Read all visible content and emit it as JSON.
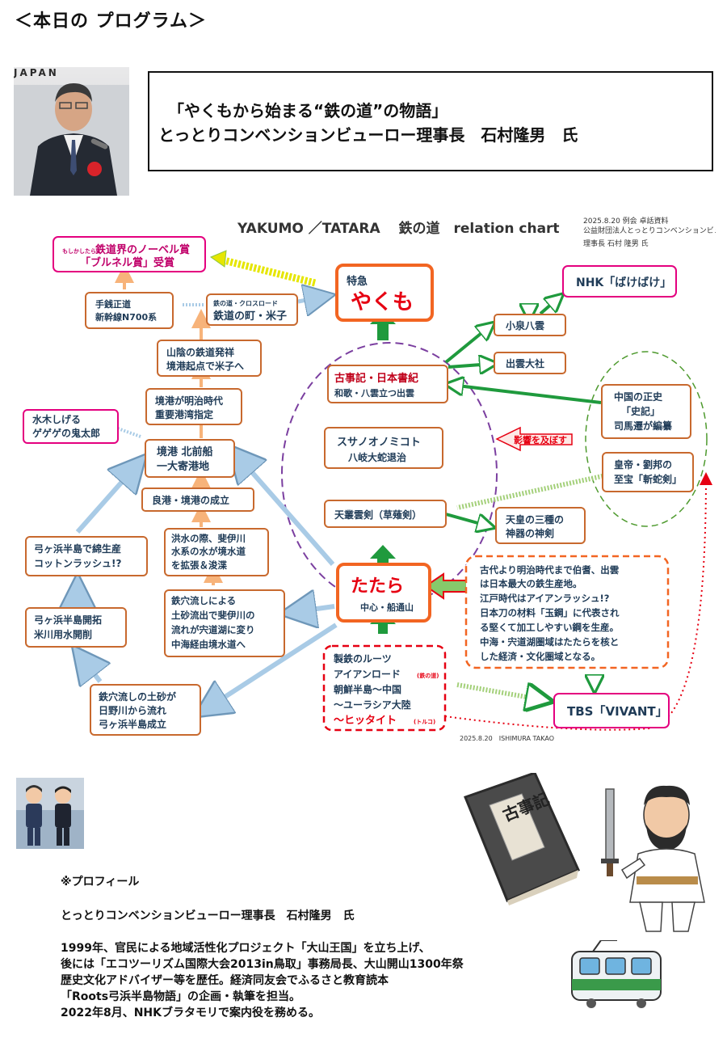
{
  "heading": "＜本日の プログラム＞",
  "speaker_photo": {
    "caption": "JAPAN"
  },
  "talk": {
    "title": "「やくもから始まる“鉄の道”の物語」",
    "speaker": "とっとりコンベンションビューロー理事長　石村隆男　氏"
  },
  "chart": {
    "title": "YAKUMO ／TATARA　 鉄の道　relation chart",
    "meta": [
      "2025.8.20 例会 卓話資料",
      "公益財団法人とっとりコンベンションビューロー",
      "理事長 石村 隆男 氏"
    ],
    "footer": "2025.8.20　ISHIMURA TAKAO",
    "nodes": {
      "nobel_small": "もしかしたら",
      "nobel_1": "鉄道界のノーベル賞",
      "nobel_2": "「ブルネル賞」受賞",
      "yakumo_sub": "特急",
      "yakumo_main": "やくも",
      "nhk": "NHK「ばけばけ」",
      "n700_1": "手銭正道",
      "n700_2": "新幹線N700系",
      "yonago_small": "鉄の道・クロスロード",
      "yonago_main": "鉄道の町・米子",
      "koizumi": "小泉八雲",
      "izumo": "出雲大社",
      "sanin_1": "山陰の鉄道発祥",
      "sanin_2": "境港起点で米子へ",
      "kojiki_1": "古事記・日本書紀",
      "kojiki_2": "和歌・八雲立つ出雲",
      "sakai_meiji_1": "境港が明治時代",
      "sakai_meiji_2": "重要港湾指定",
      "shiki_1": "中国の正史",
      "shiki_2": "「史記」",
      "shiki_3": "司馬遷が編纂",
      "mizuki_1": "水木しげる",
      "mizuki_2": "ゲゲゲの鬼太郎",
      "kitamae_1": "境港 北前船",
      "kitamae_2": "一大寄港地",
      "influence": "影響を及ぼす",
      "susanoo_1": "スサノオノミコト",
      "susanoo_2": "八岐大蛇退治",
      "emperor_1": "皇帝・劉邦の",
      "emperor_2": "至宝「斬蛇剣」",
      "ryoko": "良港・境港の成立",
      "amenomura": "天叢雲剣（草薙剣）",
      "sanshu_1": "天皇の三種の",
      "sanshu_2": "神器の神剣",
      "cotton_1": "弓ヶ浜半島で綿生産",
      "cotton_2": "コットンラッシュ!?",
      "flood_1": "洪水の際、斐伊川",
      "flood_2": "水系の水が境水道",
      "flood_3": "を拡張＆浚渫",
      "tatara_main": "たたら",
      "tatara_sub": "中心・船通山",
      "tatara_info_1": "古代より明治時代まで伯耆、出雲",
      "tatara_info_2": "は日本最大の鉄生産地。",
      "tatara_info_3": "江戸時代はアイアンラッシュ!?",
      "tatara_info_4": "日本刀の材料「玉鋼」に代表され",
      "tatara_info_5": "る堅くて加工しやすい鋼を生産。",
      "tatara_info_6": "中海・宍道湖圏域はたたらを核と",
      "tatara_info_7": "した経済・文化圏域となる。",
      "kaitaku_1": "弓ヶ浜半島開拓",
      "kaitaku_2": "米川用水開削",
      "kanna_1": "鉄穴流しによる",
      "kanna_2": "土砂流出で斐伊川の",
      "kanna_3": "流れが宍道湖に変り",
      "kanna_4": "中海経由境水道へ",
      "roots_1": "製鉄のルーツ",
      "roots_2": "アイアンロード",
      "roots_2_small": "(鉄の道)",
      "roots_3": "朝鮮半島～中国",
      "roots_4": "～ユーラシア大陸",
      "roots_5": "～ヒッタイト",
      "roots_5_small": "(トルコ)",
      "yumigahama_1": "鉄穴流しの土砂が",
      "yumigahama_2": "日野川から流れ",
      "yumigahama_3": "弓ヶ浜半島成立",
      "vivant": "TBS「VIVANT」"
    }
  },
  "book": {
    "title": "古事記"
  },
  "profile": {
    "heading": "※プロフィール",
    "name": "とっとりコンベンションビューロー理事長　石村隆男　氏",
    "lines": [
      "1999年、官民による地域活性化プロジェクト「大山王国」を立ち上げ、",
      "後には「エコツーリズム国際大会2013in鳥取」事務局長、大山開山1300年祭",
      "歴史文化アドバイザー等を歴任。経済同友会でふるさと教育読本",
      "「Roots弓浜半島物語」の企画・執筆を担当。",
      "2022年8月、NHKブラタモリで案内役を務める。"
    ]
  },
  "colors": {
    "node_border": "#c8692e",
    "node_text": "#1f3b57",
    "yakumo_orange": "#f26522",
    "nhk_magenta": "#e4007f",
    "green_arrow": "#1f9a3d",
    "red_dashed": "#e60012",
    "purple_dashed": "#7b3fa0",
    "green_dashed": "#4e9a2e",
    "arrow_blue": "#a9cbe6"
  }
}
